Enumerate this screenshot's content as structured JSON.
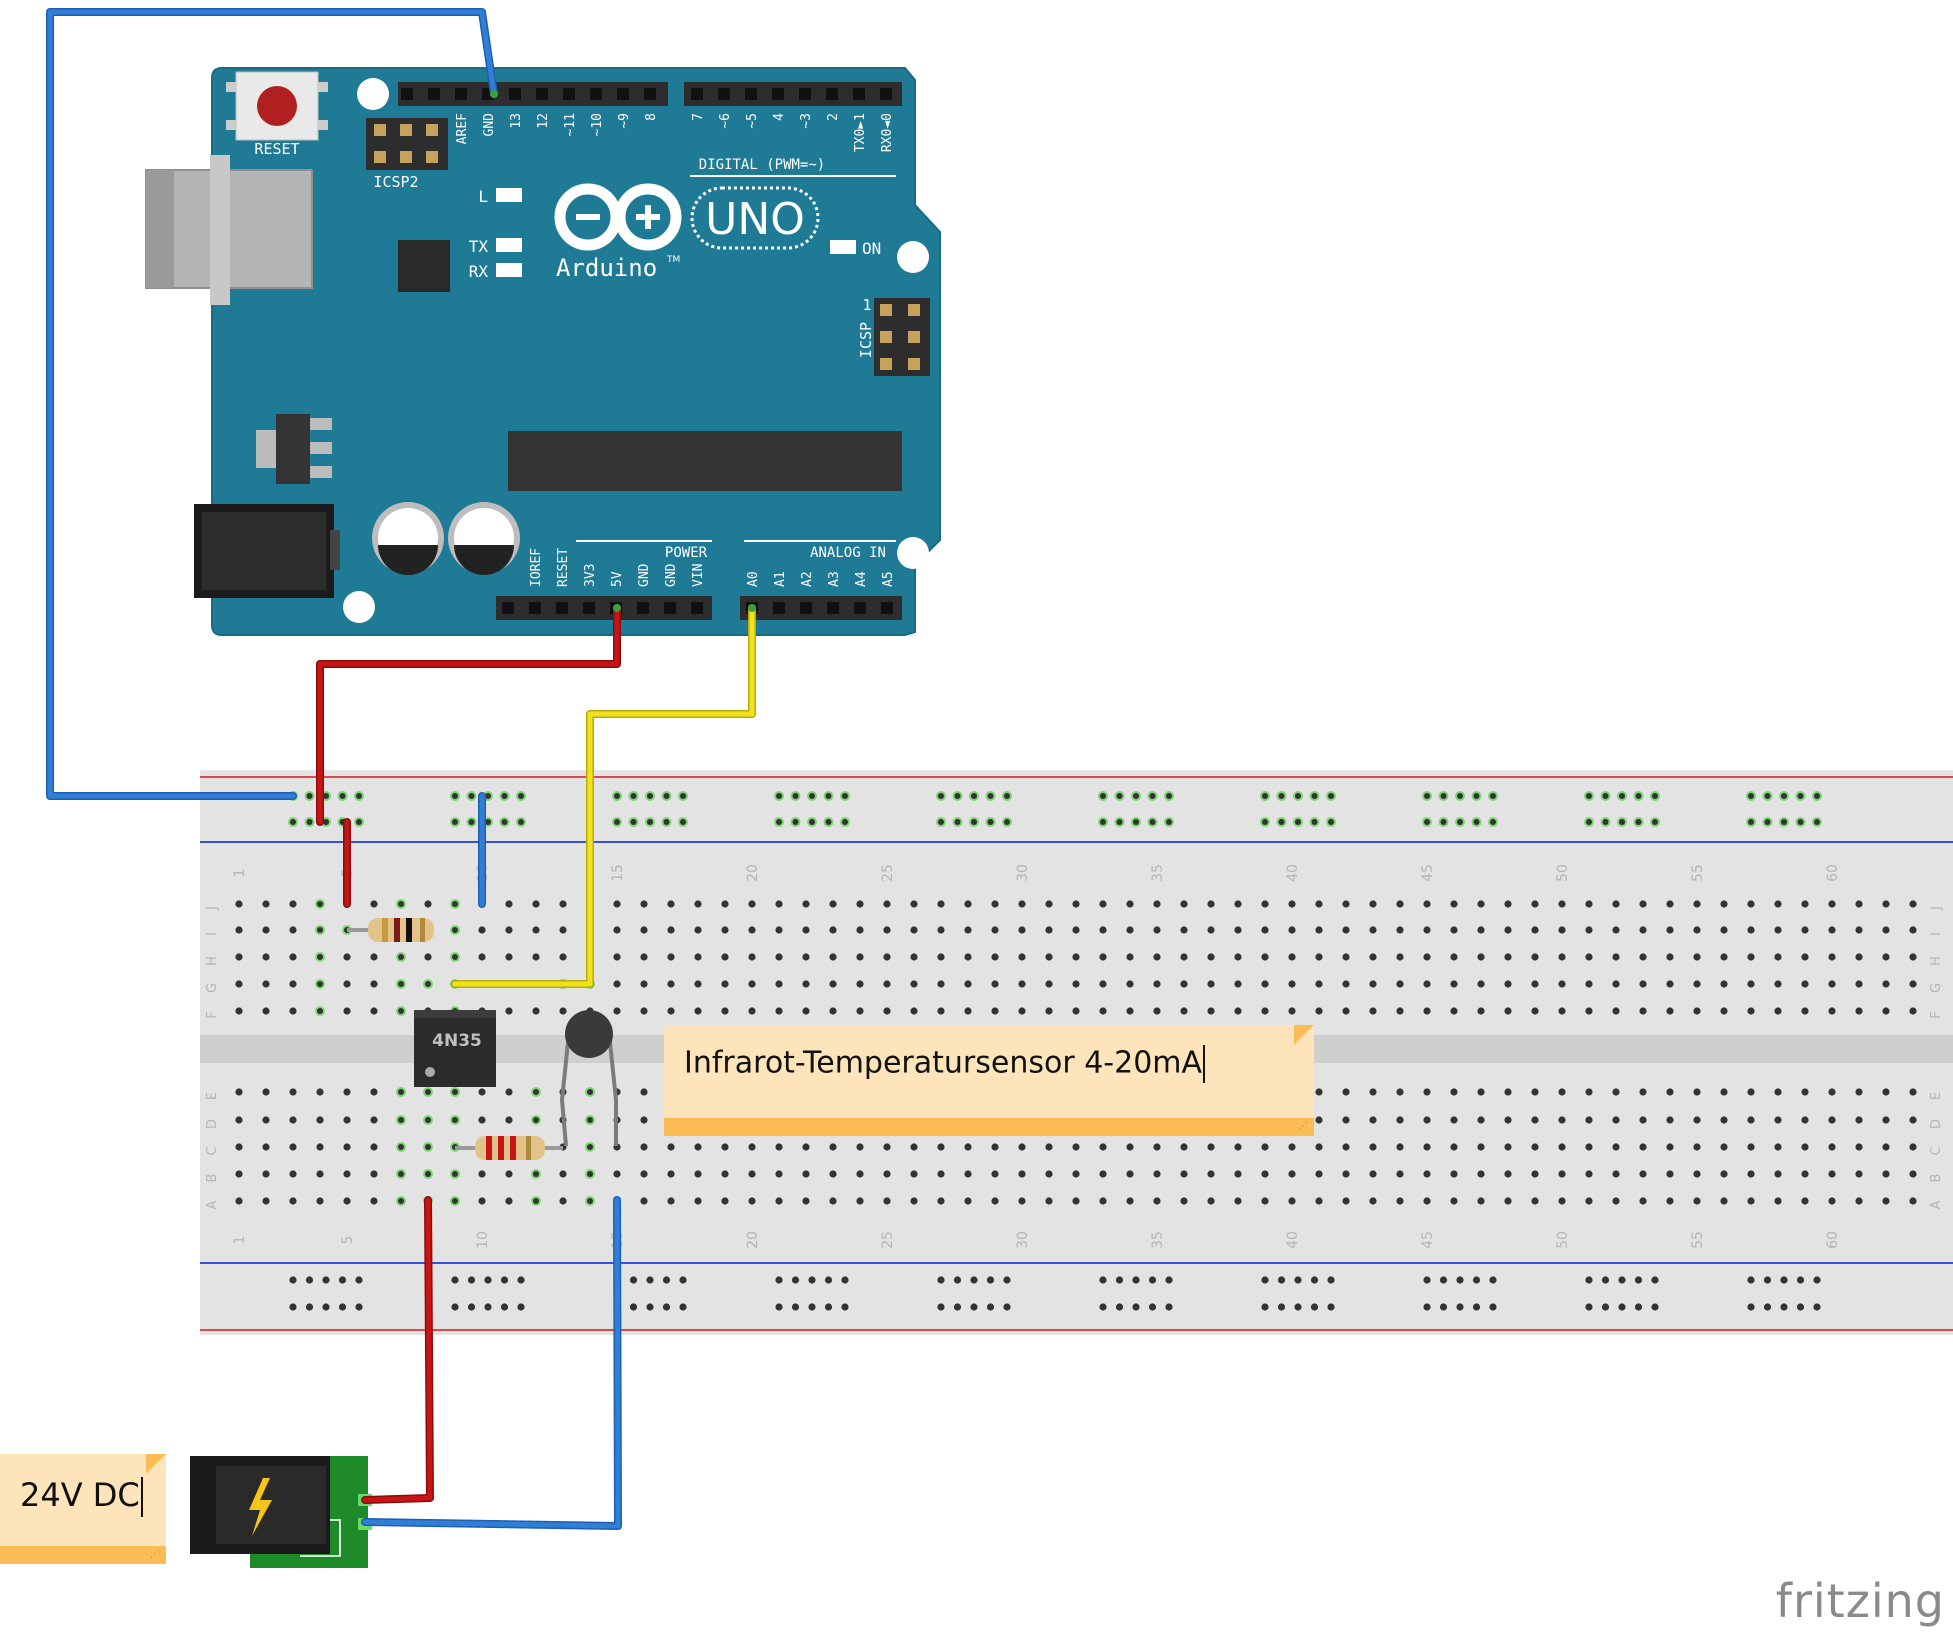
{
  "arduino": {
    "reset_label": "RESET",
    "icsp2_label": "ICSP2",
    "icsp_label": "ICSP",
    "icsp_pin1": "1",
    "brand": "Arduino",
    "model": "UNO",
    "tm": "TM",
    "led_l": "L",
    "led_tx": "TX",
    "led_rx": "RX",
    "led_on": "ON",
    "digital_label": "DIGITAL (PWM=~)",
    "digital_pins": [
      "AREF",
      "GND",
      "13",
      "12",
      "~11",
      "~10",
      "~9",
      "8",
      "7",
      "~6",
      "~5",
      "4",
      "~3",
      "2",
      "TX0►1",
      "RX0◄0"
    ],
    "power_label": "POWER",
    "power_pins": [
      "IOREF",
      "RESET",
      "3V3",
      "5V",
      "GND",
      "GND",
      "VIN"
    ],
    "analog_label": "ANALOG IN",
    "analog_pins": [
      "A0",
      "A1",
      "A2",
      "A3",
      "A4",
      "A5"
    ]
  },
  "breadboard": {
    "column_numbers": [
      "1",
      "5",
      "10",
      "15",
      "20",
      "25",
      "30",
      "35",
      "40",
      "45",
      "50",
      "55",
      "60"
    ],
    "top_row_letters": [
      "J",
      "I",
      "H",
      "G",
      "F"
    ],
    "bottom_row_letters": [
      "E",
      "D",
      "C",
      "B",
      "A"
    ]
  },
  "components": {
    "optocoupler_label": "4N35"
  },
  "notes": {
    "sensor_note": "Infrarot-Temperatursensor 4-20mA",
    "power_note": "24V DC"
  },
  "brand_logo": "fritzing",
  "colors": {
    "board": "#1f7a96",
    "wire_red": "#c81414",
    "wire_blue": "#2f7fd6",
    "wire_yellow": "#f2e21c",
    "breadboard": "#e3e3e3",
    "note_bg": "#fde4bb",
    "note_strip": "#fbbb55",
    "jack_pcb": "#1f8a2a"
  }
}
